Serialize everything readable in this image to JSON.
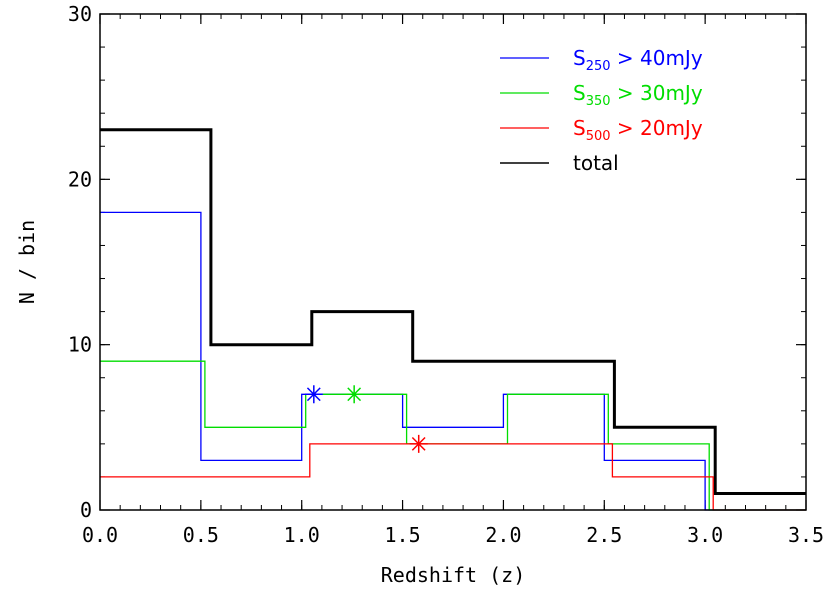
{
  "chart_data": {
    "type": "line",
    "xlabel": "Redshift (z)",
    "ylabel": "N / bin",
    "xlim": [
      0.0,
      3.5
    ],
    "ylim": [
      0,
      30
    ],
    "xticks": [
      "0.0",
      "0.5",
      "1.0",
      "1.5",
      "2.0",
      "2.5",
      "3.0",
      "3.5"
    ],
    "yticks": [
      "0",
      "10",
      "20",
      "30"
    ],
    "grid": false,
    "legend_position": "top-right",
    "series": [
      {
        "name": "total",
        "legend_main": "total",
        "legend_sub": "",
        "legend_rest": "",
        "color": "#000000",
        "x": [
          0.0,
          0.55,
          0.55,
          1.05,
          1.05,
          1.55,
          1.55,
          2.05,
          2.05,
          2.55,
          2.55,
          3.05,
          3.05,
          3.5
        ],
        "y": [
          23,
          23,
          10,
          10,
          12,
          12,
          9,
          9,
          9,
          9,
          5,
          5,
          1,
          1
        ],
        "marker": null
      },
      {
        "name": "S250 > 40mJy",
        "legend_main": "S",
        "legend_sub": "250",
        "legend_rest": " > 40mJy",
        "color": "#0000ff",
        "x": [
          0.0,
          0.5,
          0.5,
          1.0,
          1.0,
          1.5,
          1.5,
          2.0,
          2.0,
          2.5,
          2.5,
          3.0,
          3.0,
          3.5
        ],
        "y": [
          18,
          18,
          3,
          3,
          7,
          7,
          5,
          5,
          7,
          7,
          3,
          3,
          0,
          0
        ],
        "marker": {
          "x": 1.06,
          "y": 7
        }
      },
      {
        "name": "S350 > 30mJy",
        "legend_main": "S",
        "legend_sub": "350",
        "legend_rest": " > 30mJy",
        "color": "#00dd00",
        "x": [
          0.0,
          0.52,
          0.52,
          1.02,
          1.02,
          1.52,
          1.52,
          2.02,
          2.02,
          2.52,
          2.52,
          3.02,
          3.02,
          3.5
        ],
        "y": [
          9,
          9,
          5,
          5,
          7,
          7,
          4,
          4,
          7,
          7,
          4,
          4,
          0,
          0
        ],
        "marker": {
          "x": 1.26,
          "y": 7
        }
      },
      {
        "name": "S500 > 20mJy",
        "legend_main": "S",
        "legend_sub": "500",
        "legend_rest": " > 20mJy",
        "color": "#ff0000",
        "x": [
          0.0,
          0.54,
          0.54,
          1.04,
          1.04,
          1.54,
          1.54,
          2.04,
          2.04,
          2.54,
          2.54,
          3.04,
          3.04,
          3.5
        ],
        "y": [
          2,
          2,
          2,
          2,
          4,
          4,
          4,
          4,
          4,
          4,
          2,
          2,
          0,
          0
        ],
        "marker": {
          "x": 1.58,
          "y": 4
        }
      }
    ],
    "legend_order": [
      1,
      2,
      3,
      0
    ]
  }
}
